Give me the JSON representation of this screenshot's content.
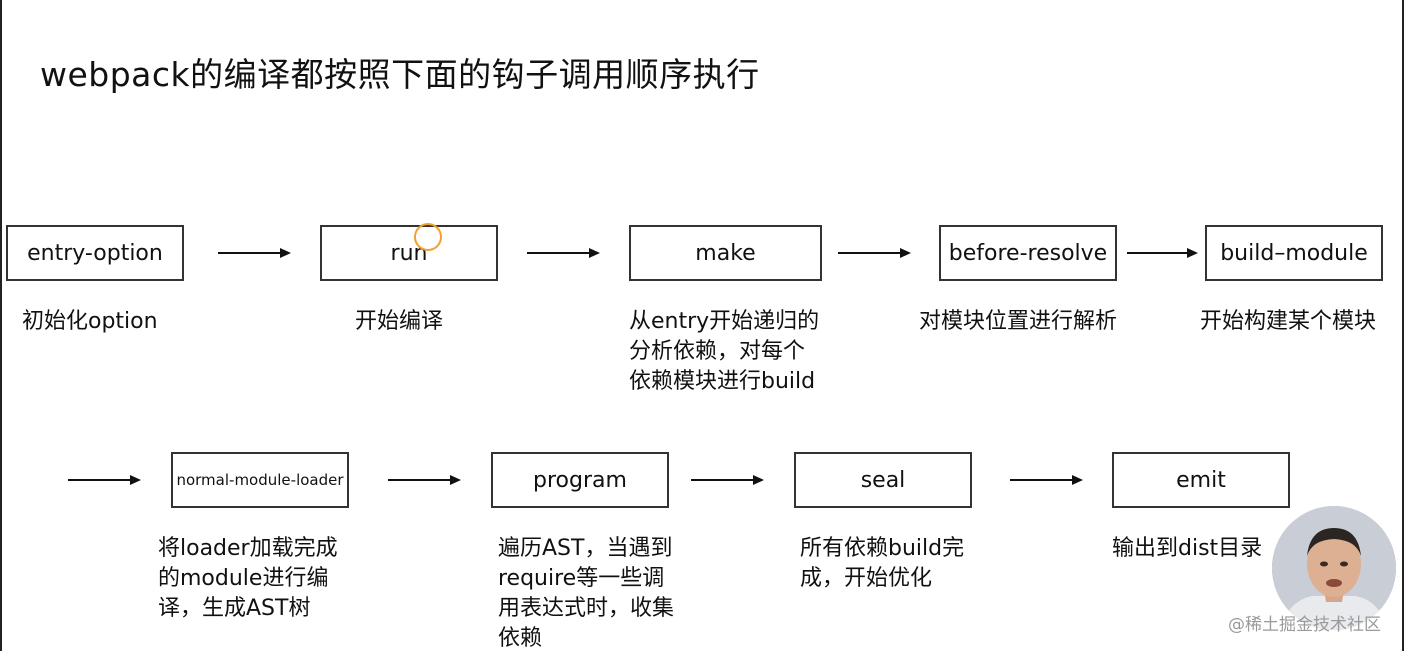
{
  "title": "webpack的编译都按照下面的钩子调用顺序执行",
  "row1": [
    {
      "label": "entry-option",
      "desc": "初始化option"
    },
    {
      "label": "run",
      "desc": "开始编译"
    },
    {
      "label": "make",
      "desc": "从entry开始递归的\n分析依赖，对每个\n依赖模块进行build"
    },
    {
      "label": "before-resolve",
      "desc": "对模块位置进行解析"
    },
    {
      "label": "build–module",
      "desc": "开始构建某个模块"
    }
  ],
  "row2": [
    {
      "label": "normal-module-loader",
      "desc": "将loader加载完成\n的module进行编\n译，生成AST树"
    },
    {
      "label": "program",
      "desc": "遍历AST，当遇到\nrequire等一些调\n用表达式时，收集\n依赖"
    },
    {
      "label": "seal",
      "desc": "所有依赖build完\n成，开始优化"
    },
    {
      "label": "emit",
      "desc": "输出到dist目录"
    }
  ],
  "watermark": "@稀土掘金技术社区",
  "colors": {
    "border": "#333333",
    "cursor": "#f0a030",
    "watermark": "#9a9a9a"
  }
}
